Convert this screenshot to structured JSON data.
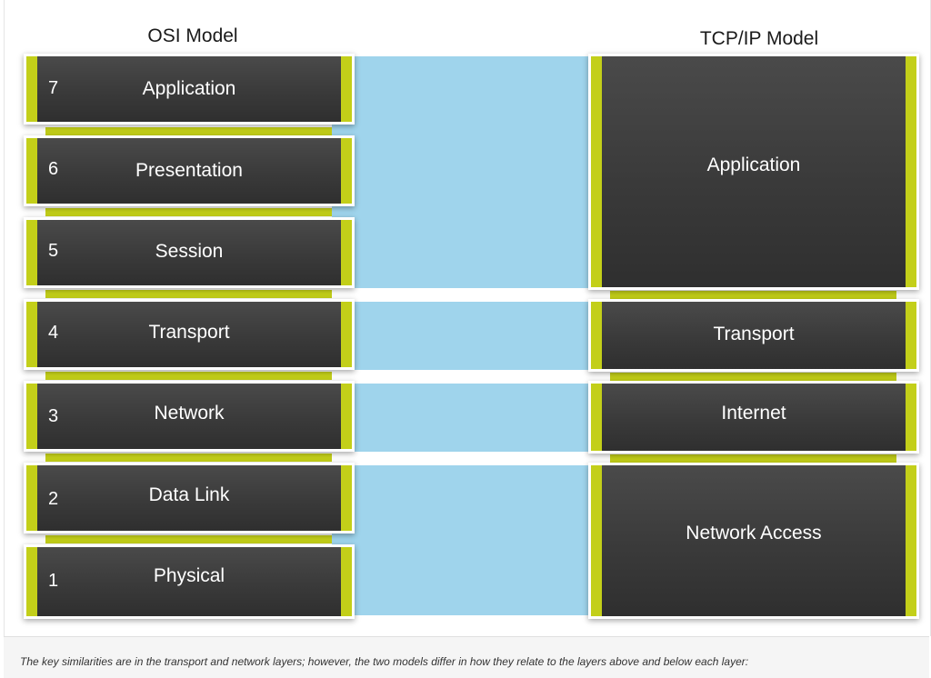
{
  "osi_model": {
    "title": "OSI Model",
    "layers": [
      {
        "number": "7",
        "name": "Application"
      },
      {
        "number": "6",
        "name": "Presentation"
      },
      {
        "number": "5",
        "name": "Session"
      },
      {
        "number": "4",
        "name": "Transport"
      },
      {
        "number": "3",
        "name": "Network"
      },
      {
        "number": "2",
        "name": "Data Link"
      },
      {
        "number": "1",
        "name": "Physical"
      }
    ]
  },
  "tcpip_model": {
    "title": "TCP/IP Model",
    "layers": [
      {
        "name": "Application"
      },
      {
        "name": "Transport"
      },
      {
        "name": "Internet"
      },
      {
        "name": "Network Access"
      }
    ]
  },
  "caption": "The key similarities are in the transport and network layers; however, the two models differ in how they relate to the layers above and below each layer:",
  "colors": {
    "layer_box": "#3d3d3d",
    "accent": "#c3cf19",
    "mapping_band": "#9fd4ec",
    "text_light": "#ffffff"
  }
}
